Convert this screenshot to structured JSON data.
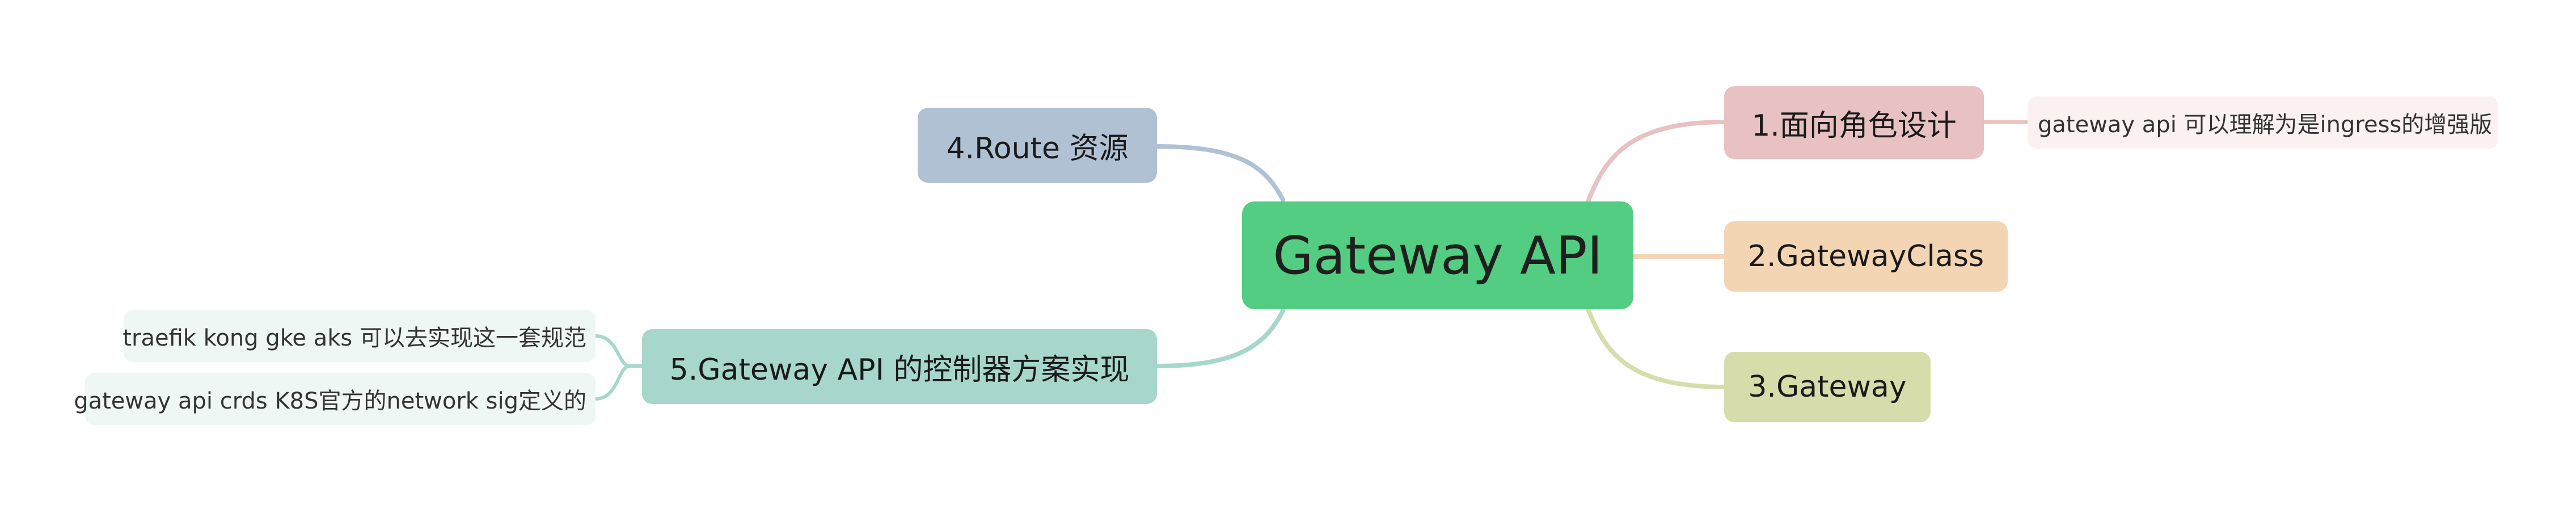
{
  "root": {
    "label": "Gateway API",
    "color": "#52CD81"
  },
  "branches": [
    {
      "id": "b1",
      "label": "1.面向角色设计",
      "color": "#E8C2C2",
      "line_color": "#E8C2C2"
    },
    {
      "id": "b2",
      "label": "2.GatewayClass",
      "color": "#F3D4B3",
      "line_color": "#F3D4B3"
    },
    {
      "id": "b3",
      "label": "3.Gateway",
      "color": "#D7DDAA",
      "line_color": "#D7DDAA"
    },
    {
      "id": "b4",
      "label": "4.Route 资源",
      "color": "#B1C1D4",
      "line_color": "#B1C1D4"
    },
    {
      "id": "b5",
      "label": "5.Gateway API 的控制器方案实现",
      "color": "#A7D6CC",
      "line_color": "#A7D6CC"
    }
  ],
  "leaves": [
    {
      "id": "l1",
      "parent": "b1",
      "label": "gateway api 可以理解为是ingress的增强版",
      "color": "#FCF1F1"
    },
    {
      "id": "l2",
      "parent": "b5",
      "label": "traefik kong gke aks 可以去实现这一套规范",
      "color": "#EFF7F5"
    },
    {
      "id": "l3",
      "parent": "b5",
      "label": "gateway api crds K8S官方的network sig定义的",
      "color": "#EFF7F5"
    }
  ]
}
